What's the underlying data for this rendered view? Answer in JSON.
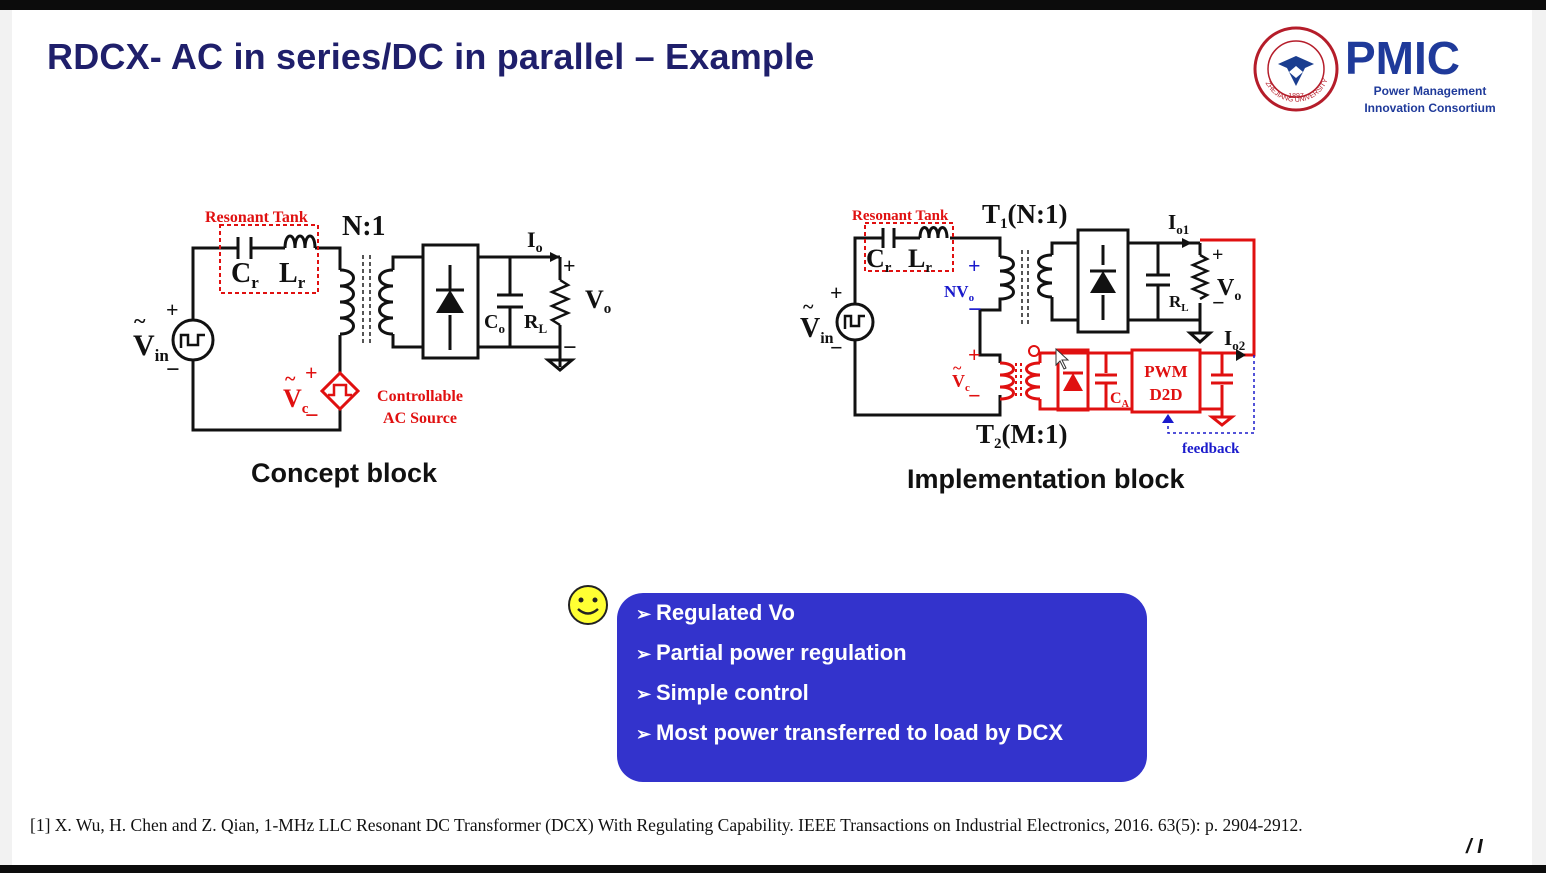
{
  "slide": {
    "title": "RDCX- AC in series/DC in parallel – Example",
    "page_marker": "/ I"
  },
  "logo": {
    "line1": "Power Management",
    "line2": "Innovation Consortium",
    "brand": "PMIC",
    "seal_text": "ZHEJIANG UNIVERSITY",
    "seal_year": "1897"
  },
  "concept": {
    "caption": "Concept block",
    "resonant_tank": "Resonant Tank",
    "ratio": "N:1",
    "io": "I",
    "io_sub": "o",
    "vo": "V",
    "vo_sub": "o",
    "co": "C",
    "co_sub": "o",
    "rl": "R",
    "rl_sub": "L",
    "cr": "C",
    "cr_sub": "r",
    "lr": "L",
    "lr_sub": "r",
    "vin": "V",
    "vin_sub": "in",
    "vc": "V",
    "vc_sub": "c",
    "ac_source_1": "Controllable",
    "ac_source_2": "AC Source"
  },
  "implementation": {
    "caption": "Implementation block",
    "resonant_tank": "Resonant Tank",
    "t1": "T",
    "t1_sub": "1",
    "t1_ratio": "(N:1)",
    "t2": "T",
    "t2_sub": "2",
    "t2_ratio": "(M:1)",
    "io1": "I",
    "io1_sub": "o1",
    "io2": "I",
    "io2_sub": "o2",
    "vo": "V",
    "vo_sub": "o",
    "rl": "R",
    "rl_sub": "L",
    "cr": "C",
    "cr_sub": "r",
    "lr": "L",
    "lr_sub": "r",
    "vin": "V",
    "vin_sub": "in",
    "nvo": "NV",
    "nvo_sub": "o",
    "vc": "V",
    "vc_sub": "c",
    "ca": "C",
    "ca_sub": "A",
    "pwm_1": "PWM",
    "pwm_2": "D2D",
    "feedback": "feedback"
  },
  "features": {
    "items": [
      "Regulated Vo",
      "Partial power regulation",
      "Simple control",
      "Most power transferred to load by DCX"
    ],
    "box_color": "#3333cc"
  },
  "reference": "[1] X. Wu, H. Chen and Z. Qian, 1-MHz LLC Resonant DC Transformer (DCX) With Regulating Capability. IEEE Transactions on Industrial Electronics, 2016. 63(5): p. 2904-2912.",
  "colors": {
    "title": "#1f1f6b",
    "accent_red": "#e01010",
    "accent_blue": "#1a1acc"
  }
}
